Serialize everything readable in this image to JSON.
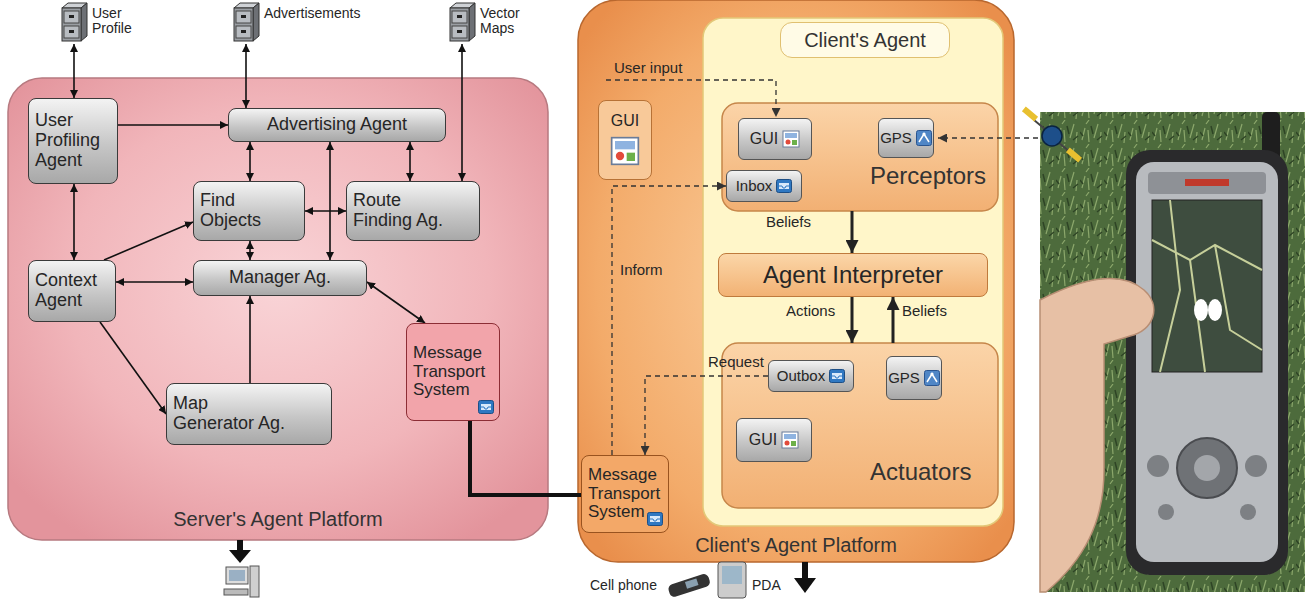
{
  "diagram": {
    "nodes": [
      {
        "text": [
          "User Profile"
        ]
      },
      {
        "text": [
          "Advertisements"
        ]
      },
      {
        "text": [
          "Vector Maps"
        ]
      },
      {
        "text": [
          "Server's Agent Platform"
        ]
      },
      {
        "text": [
          "User Profiling Agent"
        ],
        "in": 3
      },
      {
        "text": [
          "Advertising Agent"
        ],
        "in": 3
      },
      {
        "text": [
          "Find Objects"
        ],
        "in": 3
      },
      {
        "text": [
          "Route Finding Ag."
        ],
        "in": 3
      },
      {
        "text": [
          "Context Agent"
        ],
        "in": 3
      },
      {
        "text": [
          "Manager Ag."
        ],
        "in": 3
      },
      {
        "text": [
          "Map Generator Ag."
        ],
        "in": 3
      },
      {
        "text": [
          "Message Transport System"
        ],
        "in": 3
      },
      {
        "text": [
          "Client's Agent Platform"
        ]
      },
      {
        "text": [
          "GUI"
        ],
        "in": 12
      },
      {
        "text": [
          "Message Transport System"
        ],
        "in": 12
      },
      {
        "text": [
          "Client's Agent"
        ],
        "in": 12
      },
      {
        "text": [
          "Perceptors"
        ],
        "in": 15
      },
      {
        "text": [
          "GUI"
        ],
        "in": 16
      },
      {
        "text": [
          "GPS"
        ],
        "in": 16
      },
      {
        "text": [
          "Inbox"
        ],
        "in": 16
      },
      {
        "text": [
          "Agent Interpreter"
        ],
        "in": 15
      },
      {
        "text": [
          "Actuators"
        ],
        "in": 15
      },
      {
        "text": [
          "Outbox"
        ],
        "in": 21
      },
      {
        "text": [
          "GPS"
        ],
        "in": 21
      },
      {
        "text": [
          "GUI"
        ],
        "in": 21
      }
    ],
    "edges": [
      {
        "from": 0,
        "to": 4,
        "arrow": "both"
      },
      {
        "from": 1,
        "to": 5,
        "arrow": "both"
      },
      {
        "from": 2,
        "to": 7,
        "arrow": "both"
      },
      {
        "from": 4,
        "to": 5,
        "arrow": "to"
      },
      {
        "from": 4,
        "to": 8,
        "arrow": "both"
      },
      {
        "from": 5,
        "to": 6,
        "arrow": "both"
      },
      {
        "from": 5,
        "to": 7,
        "arrow": "both"
      },
      {
        "from": 5,
        "to": 9,
        "arrow": "both"
      },
      {
        "from": 6,
        "to": 7,
        "arrow": "both"
      },
      {
        "from": 6,
        "to": 9,
        "arrow": "both"
      },
      {
        "from": 8,
        "to": 6,
        "arrow": "to"
      },
      {
        "from": 8,
        "to": 9,
        "arrow": "both"
      },
      {
        "from": 8,
        "to": 10,
        "arrow": "to"
      },
      {
        "from": 10,
        "to": 9,
        "arrow": "to"
      },
      {
        "from": 11,
        "to": 9,
        "arrow": "both"
      },
      {
        "from": 11,
        "to": 14,
        "arrow": "none"
      },
      {
        "from": 14,
        "to": 19,
        "arrow": "to",
        "label": "Inform"
      },
      {
        "from": 22,
        "to": 14,
        "arrow": "to",
        "label": "Request"
      },
      {
        "from": 16,
        "to": 20,
        "arrow": "to",
        "label": "Beliefs"
      },
      {
        "from": 20,
        "to": 21,
        "arrow": "to",
        "label": "Actions"
      },
      {
        "from": 21,
        "to": 20,
        "arrow": "to",
        "label": "Beliefs"
      }
    ],
    "labels": [
      "User input",
      "Cell phone",
      "PDA"
    ]
  }
}
